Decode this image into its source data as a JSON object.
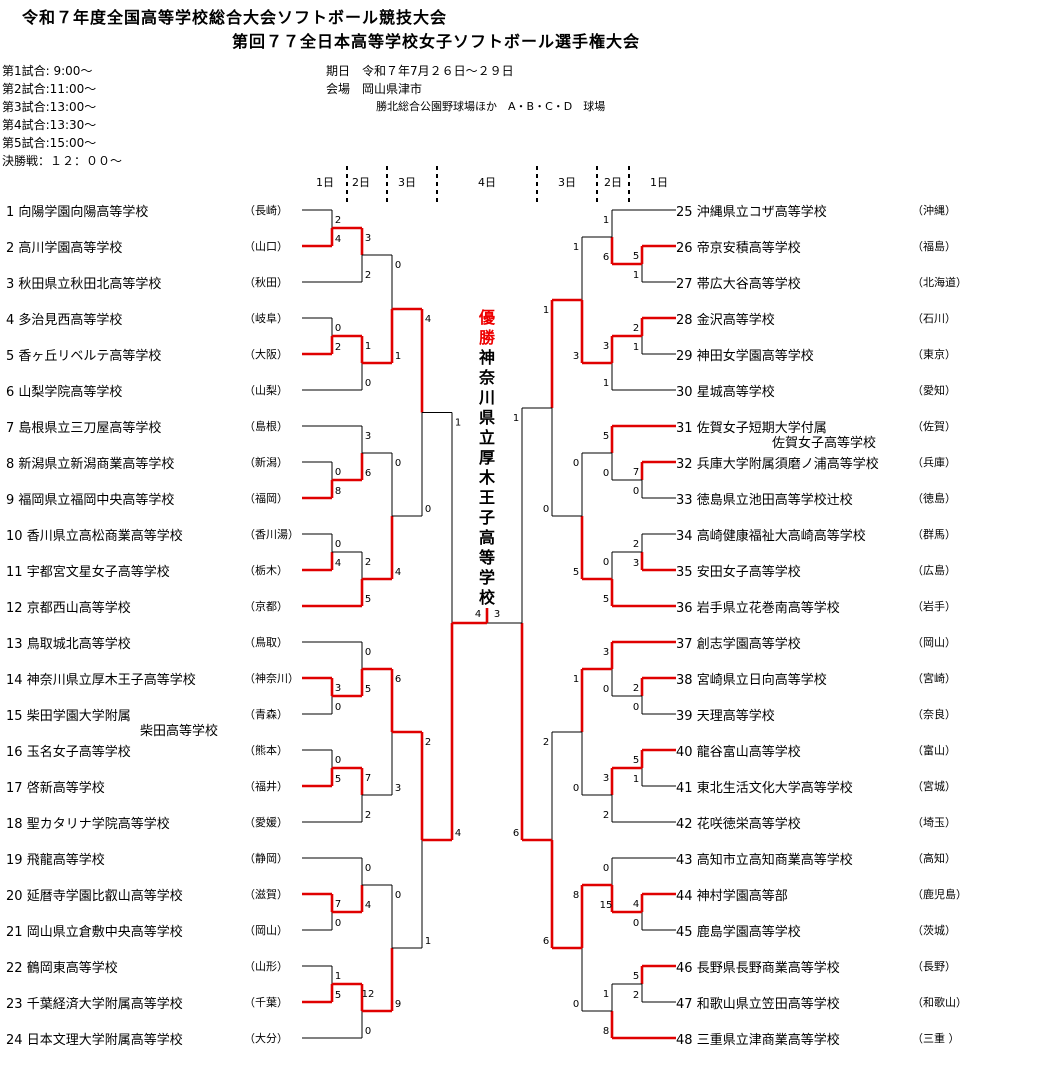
{
  "title": {
    "line1": "令和７年度全国高等学校総合大会ソフトボール競技大会",
    "line2": "第回７７全日本高等学校女子ソフトボール選手権大会"
  },
  "schedule": [
    "第1試合: 9:00～",
    "第2試合:11:00～",
    "第3試合:13:00～",
    "第4試合:13:30～",
    "第5試合:15:00～",
    "決勝戦：１２：００～"
  ],
  "event": {
    "date": "期日　令和７年7月２６日～２９日",
    "venue": "会場　岡山県津市",
    "venue2": "勝北総合公園野球場ほか　A・B・C・D　球場"
  },
  "day_headers": {
    "left": [
      "1日",
      "2日",
      "3日"
    ],
    "center": "4日",
    "right": [
      "3日",
      "2日",
      "1日"
    ]
  },
  "champion": {
    "label": [
      "優",
      "勝"
    ],
    "name": [
      "神",
      "奈",
      "川",
      "県",
      "立",
      "厚",
      "木",
      "王",
      "子",
      "高",
      "等",
      "学",
      "校"
    ]
  },
  "left_teams": [
    {
      "no": "1",
      "name": "向陽学園向陽高等学校",
      "pref": "（長崎）"
    },
    {
      "no": "2",
      "name": "高川学園高等学校",
      "pref": "（山口）"
    },
    {
      "no": "3",
      "name": "秋田県立秋田北高等学校",
      "pref": "（秋田）"
    },
    {
      "no": "4",
      "name": "多治見西高等学校",
      "pref": "（岐阜）"
    },
    {
      "no": "5",
      "name": "香ヶ丘リベルテ高等学校",
      "pref": "（大阪）"
    },
    {
      "no": "6",
      "name": "山梨学院高等学校",
      "pref": "（山梨）"
    },
    {
      "no": "7",
      "name": "島根県立三刀屋高等学校",
      "pref": "（島根）"
    },
    {
      "no": "8",
      "name": "新潟県立新潟商業高等学校",
      "pref": "（新潟）"
    },
    {
      "no": "9",
      "name": "福岡県立福岡中央高等学校",
      "pref": "（福岡）"
    },
    {
      "no": "10",
      "name": "香川県立高松商業高等学校",
      "pref": "（香川湯）"
    },
    {
      "no": "11",
      "name": "宇都宮文星女子高等学校",
      "pref": "（栃木）"
    },
    {
      "no": "12",
      "name": "京都西山高等学校",
      "pref": "（京都）"
    },
    {
      "no": "13",
      "name": "鳥取城北高等学校",
      "pref": "（鳥取）"
    },
    {
      "no": "14",
      "name": "神奈川県立厚木王子高等学校",
      "pref": "（神奈川）"
    },
    {
      "no": "15",
      "name": "柴田学園大学附属",
      "pref": "（青森）",
      "sub": "柴田高等学校"
    },
    {
      "no": "16",
      "name": "玉名女子高等学校",
      "pref": "（熊本）"
    },
    {
      "no": "17",
      "name": "啓新高等学校",
      "pref": "（福井）"
    },
    {
      "no": "18",
      "name": "聖カタリナ学院高等学校",
      "pref": "（愛媛）"
    },
    {
      "no": "19",
      "name": "飛龍高等学校",
      "pref": "（静岡）"
    },
    {
      "no": "20",
      "name": "延暦寺学園比叡山高等学校",
      "pref": "（滋賀）"
    },
    {
      "no": "21",
      "name": "岡山県立倉敷中央高等学校",
      "pref": "（岡山）"
    },
    {
      "no": "22",
      "name": "鶴岡東高等学校",
      "pref": "（山形）"
    },
    {
      "no": "23",
      "name": "千葉経済大学附属高等学校",
      "pref": "（千葉）"
    },
    {
      "no": "24",
      "name": "日本文理大学附属高等学校",
      "pref": "（大分）"
    }
  ],
  "right_teams": [
    {
      "no": "25",
      "name": "沖縄県立コザ高等学校",
      "pref": "（沖縄）"
    },
    {
      "no": "26",
      "name": "帝京安積高等学校",
      "pref": "（福島）"
    },
    {
      "no": "27",
      "name": "帯広大谷高等学校",
      "pref": "（北海道）"
    },
    {
      "no": "28",
      "name": "金沢高等学校",
      "pref": "（石川）"
    },
    {
      "no": "29",
      "name": "神田女学園高等学校",
      "pref": "（東京）"
    },
    {
      "no": "30",
      "name": "星城高等学校",
      "pref": "（愛知）"
    },
    {
      "no": "31",
      "name": "佐賀女子短期大学付属",
      "pref": "（佐賀）",
      "sub": "佐賀女子高等学校"
    },
    {
      "no": "32",
      "name": "兵庫大学附属須磨ノ浦高等学校",
      "pref": "（兵庫）"
    },
    {
      "no": "33",
      "name": "徳島県立池田高等学校辻校",
      "pref": "（徳島）"
    },
    {
      "no": "34",
      "name": "高崎健康福祉大高崎高等学校",
      "pref": "（群馬）"
    },
    {
      "no": "35",
      "name": "安田女子高等学校",
      "pref": "（広島）"
    },
    {
      "no": "36",
      "name": "岩手県立花巻南高等学校",
      "pref": "（岩手）"
    },
    {
      "no": "37",
      "name": "創志学園高等学校",
      "pref": "（岡山）"
    },
    {
      "no": "38",
      "name": "宮崎県立日向高等学校",
      "pref": "（宮崎）"
    },
    {
      "no": "39",
      "name": "天理高等学校",
      "pref": "（奈良）"
    },
    {
      "no": "40",
      "name": "龍谷富山高等学校",
      "pref": "（富山）"
    },
    {
      "no": "41",
      "name": "東北生活文化大学高等学校",
      "pref": "（宮城）"
    },
    {
      "no": "42",
      "name": "花咲徳栄高等学校",
      "pref": "（埼玉）"
    },
    {
      "no": "43",
      "name": "高知市立高知商業高等学校",
      "pref": "（高知）"
    },
    {
      "no": "44",
      "name": "神村学園高等部",
      "pref": "（鹿児島）"
    },
    {
      "no": "45",
      "name": "鹿島学園高等学校",
      "pref": "（茨城）"
    },
    {
      "no": "46",
      "name": "長野県長野商業高等学校",
      "pref": "（長野）"
    },
    {
      "no": "47",
      "name": "和歌山県立笠田高等学校",
      "pref": "（和歌山）"
    },
    {
      "no": "48",
      "name": "三重県立津商業高等学校",
      "pref": "（三重 ）"
    }
  ],
  "colors": {
    "win": "#e00000",
    "line": "#000000"
  },
  "left_rounds": {
    "r1": [
      {
        "a": 1,
        "b": 2,
        "sa": "2",
        "sb": "4",
        "w": "b"
      },
      {
        "a": 4,
        "b": 5,
        "sa": "0",
        "sb": "2",
        "w": "b"
      },
      {
        "a": 8,
        "b": 9,
        "sa": "0",
        "sb": "8",
        "w": "b"
      },
      {
        "a": 10,
        "b": 11,
        "sa": "0",
        "sb": "4",
        "w": "b"
      },
      {
        "a": 14,
        "b": 15,
        "sa": "3",
        "sb": "0",
        "w": "a"
      },
      {
        "a": 16,
        "b": 17,
        "sa": "0",
        "sb": "5",
        "w": "b"
      },
      {
        "a": 20,
        "b": 21,
        "sa": "7",
        "sb": "0",
        "w": "a"
      },
      {
        "a": 22,
        "b": 23,
        "sa": "1",
        "sb": "5",
        "w": "b"
      }
    ],
    "r2": [
      {
        "sa": "3",
        "sb": "2",
        "w": "a"
      },
      {
        "sa": "1",
        "sb": "0",
        "w": "a"
      },
      {
        "sa": "3",
        "sb": "6",
        "w": "b"
      },
      {
        "sa": "2",
        "sb": "5",
        "w": "b"
      },
      {
        "sa": "0",
        "sb": "5",
        "w": "b"
      },
      {
        "sa": "7",
        "sb": "2",
        "w": "a"
      },
      {
        "sa": "0",
        "sb": "4",
        "w": "b"
      },
      {
        "sa": "12",
        "sb": "0",
        "w": "a"
      }
    ],
    "qf": [
      {
        "sa": "0",
        "sb": "1",
        "w": "b"
      },
      {
        "sa": "0",
        "sb": "4",
        "w": "b"
      },
      {
        "sa": "6",
        "sb": "3",
        "w": "a"
      },
      {
        "sa": "0",
        "sb": "9",
        "w": "b"
      }
    ],
    "sf": [
      {
        "sa": "4",
        "sb": "0",
        "w": "a"
      },
      {
        "sa": "2",
        "sb": "1",
        "w": "a"
      }
    ],
    "f": {
      "sa": "1",
      "sb": "4",
      "w": "b"
    }
  },
  "right_rounds": {
    "r1": [
      {
        "a": 26,
        "b": 27,
        "sa": "5",
        "sb": "1",
        "w": "a"
      },
      {
        "a": 28,
        "b": 29,
        "sa": "2",
        "sb": "1",
        "w": "a"
      },
      {
        "a": 32,
        "b": 33,
        "sa": "7",
        "sb": "0",
        "w": "a"
      },
      {
        "a": 34,
        "b": 35,
        "sa": "2",
        "sb": "3",
        "w": "b"
      },
      {
        "a": 38,
        "b": 39,
        "sa": "2",
        "sb": "0",
        "w": "a"
      },
      {
        "a": 40,
        "b": 41,
        "sa": "5",
        "sb": "1",
        "w": "a"
      },
      {
        "a": 44,
        "b": 45,
        "sa": "4",
        "sb": "0",
        "w": "a"
      },
      {
        "a": 46,
        "b": 47,
        "sa": "5",
        "sb": "2",
        "w": "a"
      }
    ],
    "r2": [
      {
        "sa": "1",
        "sb": "6",
        "w": "b"
      },
      {
        "sa": "3",
        "sb": "1",
        "w": "a"
      },
      {
        "sa": "5",
        "sb": "0",
        "w": "a"
      },
      {
        "sa": "0",
        "sb": "5",
        "w": "b"
      },
      {
        "sa": "3",
        "sb": "0",
        "w": "a"
      },
      {
        "sa": "3",
        "sb": "2",
        "w": "a"
      },
      {
        "sa": "0",
        "sb": "15",
        "w": "b"
      },
      {
        "sa": "1",
        "sb": "8",
        "w": "b"
      }
    ],
    "qf": [
      {
        "sa": "1",
        "sb": "3",
        "w": "b"
      },
      {
        "sa": "0",
        "sb": "5",
        "w": "b"
      },
      {
        "sa": "1",
        "sb": "0",
        "w": "a"
      },
      {
        "sa": "8",
        "sb": "0",
        "w": "a"
      }
    ],
    "sf": [
      {
        "sa": "1",
        "sb": "0",
        "w": "a"
      },
      {
        "sa": "2",
        "sb": "6",
        "w": "b"
      }
    ],
    "f": {
      "sa": "1",
      "sb": "6",
      "w": "b"
    }
  },
  "final": {
    "left": "4",
    "right": "3"
  }
}
